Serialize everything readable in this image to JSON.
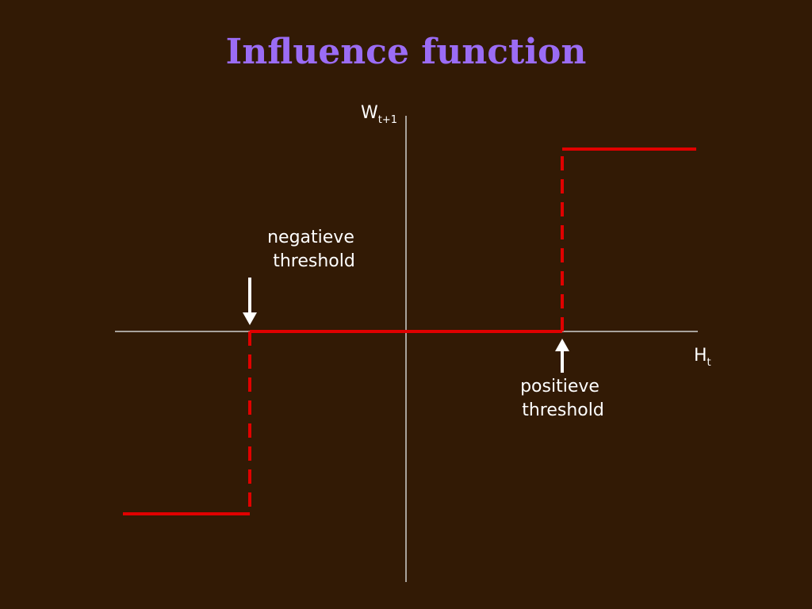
{
  "slide": {
    "title": "Influence function"
  },
  "colors": {
    "background": "#321a05",
    "title": "#9b6cf5",
    "axis": "#cfcfcf",
    "curve": "#e00000",
    "text": "#ffffff"
  },
  "axes": {
    "y_label": "W",
    "y_subscript": "t+1",
    "x_label": "H",
    "x_subscript": "t"
  },
  "annotations": {
    "negative_line1": "negatieve",
    "negative_line2": "threshold",
    "positive_line1": "positieve",
    "positive_line2": "threshold"
  },
  "function": {
    "x_min": -3,
    "x_max": 3,
    "negative_threshold": -1,
    "positive_threshold": 1,
    "levels": {
      "below_negative": -1,
      "between": 0,
      "above_positive": 1
    }
  }
}
